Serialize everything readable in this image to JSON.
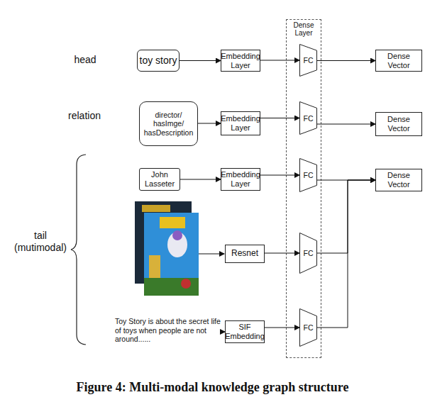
{
  "diagram": {
    "caption": "Figure 4: Multi-modal knowledge graph structure",
    "nodes": [
      {
        "text": [
          "toy story"
        ]
      },
      {
        "text": [
          "Embedding Layer"
        ]
      },
      {
        "text": [
          "Dense Layer"
        ]
      },
      {
        "text": [
          "FC"
        ],
        "in": 2
      },
      {
        "text": [
          "Dense Vector"
        ]
      },
      {
        "text": [
          "director/ hasImge/ hasDescription"
        ]
      },
      {
        "text": [
          "Embedding Layer"
        ]
      },
      {
        "text": [
          "FC"
        ],
        "in": 2
      },
      {
        "text": [
          "Dense Vector"
        ]
      },
      {
        "text": [
          "John Lasseter"
        ]
      },
      {
        "text": [
          "Embedding Layer"
        ]
      },
      {
        "text": [
          "FC"
        ],
        "in": 2
      },
      {
        "text": [
          "Dense Vector"
        ]
      },
      {
        "text": [
          "Resnet"
        ]
      },
      {
        "text": [
          "FC"
        ],
        "in": 2
      },
      {
        "text": [
          "Toy Story is about the secret life of toys when people are not around......"
        ]
      },
      {
        "text": [
          "SIF Embedding"
        ]
      },
      {
        "text": [
          "FC"
        ],
        "in": 2
      }
    ],
    "edges": [
      {
        "from": 0,
        "to": 1,
        "arrow": "to"
      },
      {
        "from": 1,
        "to": 3,
        "arrow": "to"
      },
      {
        "from": 3,
        "to": 4,
        "arrow": "to"
      },
      {
        "from": 5,
        "to": 6,
        "arrow": "to"
      },
      {
        "from": 6,
        "to": 7,
        "arrow": "to"
      },
      {
        "from": 7,
        "to": 8,
        "arrow": "to"
      },
      {
        "from": 9,
        "to": 10,
        "arrow": "to"
      },
      {
        "from": 10,
        "to": 11,
        "arrow": "to"
      },
      {
        "from": 11,
        "to": 12,
        "arrow": "to"
      },
      {
        "from": 13,
        "to": 14,
        "arrow": "to"
      },
      {
        "from": 14,
        "to": 12,
        "arrow": "to"
      },
      {
        "from": 15,
        "to": 16,
        "arrow": "to"
      },
      {
        "from": 16,
        "to": 17,
        "arrow": "to"
      },
      {
        "from": 17,
        "to": 12,
        "arrow": "to"
      }
    ],
    "labels": [
      "head",
      "relation",
      "tail (mutimodal)"
    ]
  }
}
